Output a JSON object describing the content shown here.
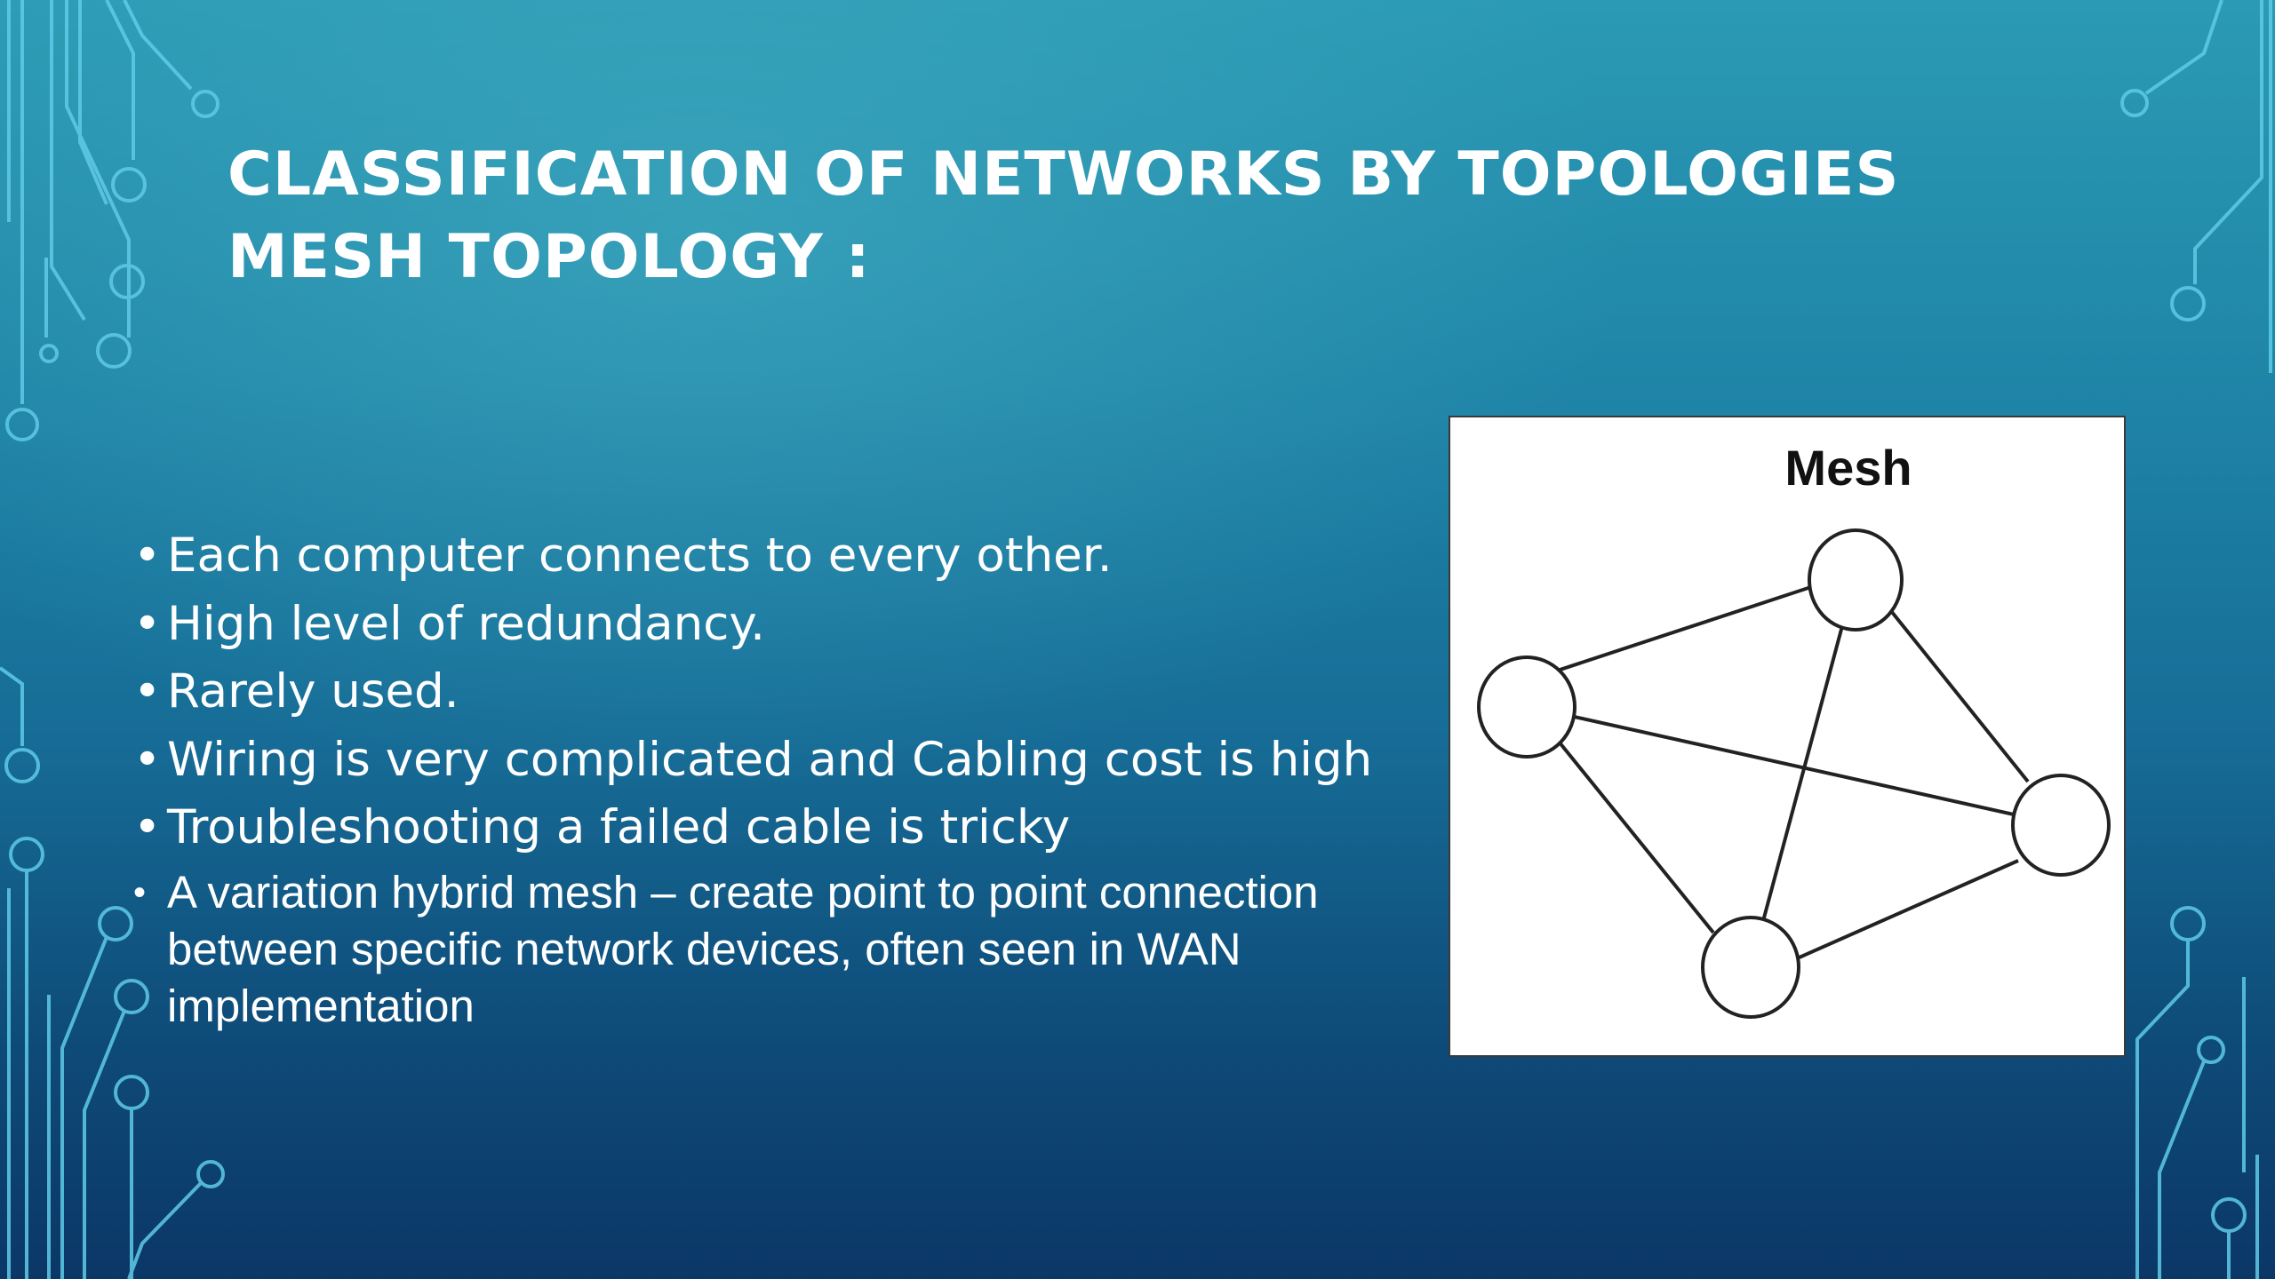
{
  "title": {
    "line1": "CLASSIFICATION OF NETWORKS BY TOPOLOGIES",
    "line2": "MESH TOPOLOGY :"
  },
  "bullets": [
    "Each computer connects to every other.",
    "High level of redundancy.",
    "Rarely used.",
    "Wiring is very complicated and Cabling cost is high",
    "Troubleshooting a failed cable is tricky",
    "A variation hybrid mesh – create point to point connection between specific network devices, often seen in WAN implementation"
  ],
  "bullet_marker": "•",
  "diagram": {
    "label": "Mesh",
    "nodes": 4
  },
  "colors": {
    "text": "#ffffff",
    "circuit": "#5fc8e6",
    "background_top": "#2b9ab4",
    "background_bottom": "#0b3766"
  }
}
